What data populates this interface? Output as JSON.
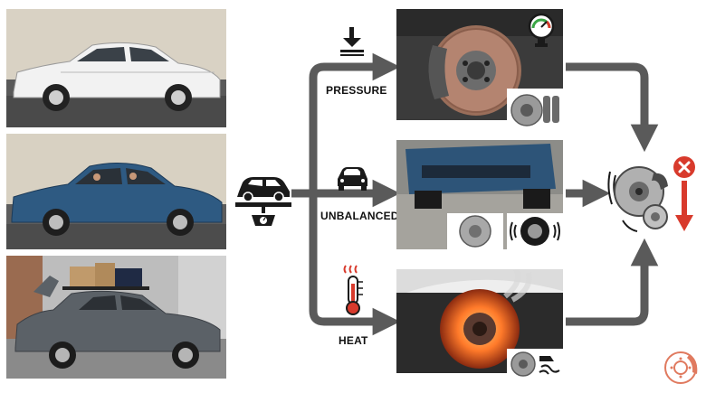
{
  "labels": {
    "pressure": "PRESSURE",
    "unbalanced": "UNBALANCED",
    "heat": "HEAT"
  },
  "icons": {
    "load": "car-on-scale-icon",
    "pressure": "downward-pressure-arrow-icon",
    "pressure_gauge": "pressure-gauge-icon",
    "unbalanced": "front-car-icon",
    "heat": "thermometer-heat-icon",
    "result": "warped-brake-disc-icon",
    "fail": "red-x-icon",
    "decrease": "red-down-arrow-icon",
    "logo": "brake-disc-logo-icon"
  },
  "colors": {
    "arrow": "#5a5a5a",
    "red": "#d83a2c",
    "car_white": "#f2f2f2",
    "car_blue": "#2e5a82",
    "car_gray": "#5b6167"
  }
}
